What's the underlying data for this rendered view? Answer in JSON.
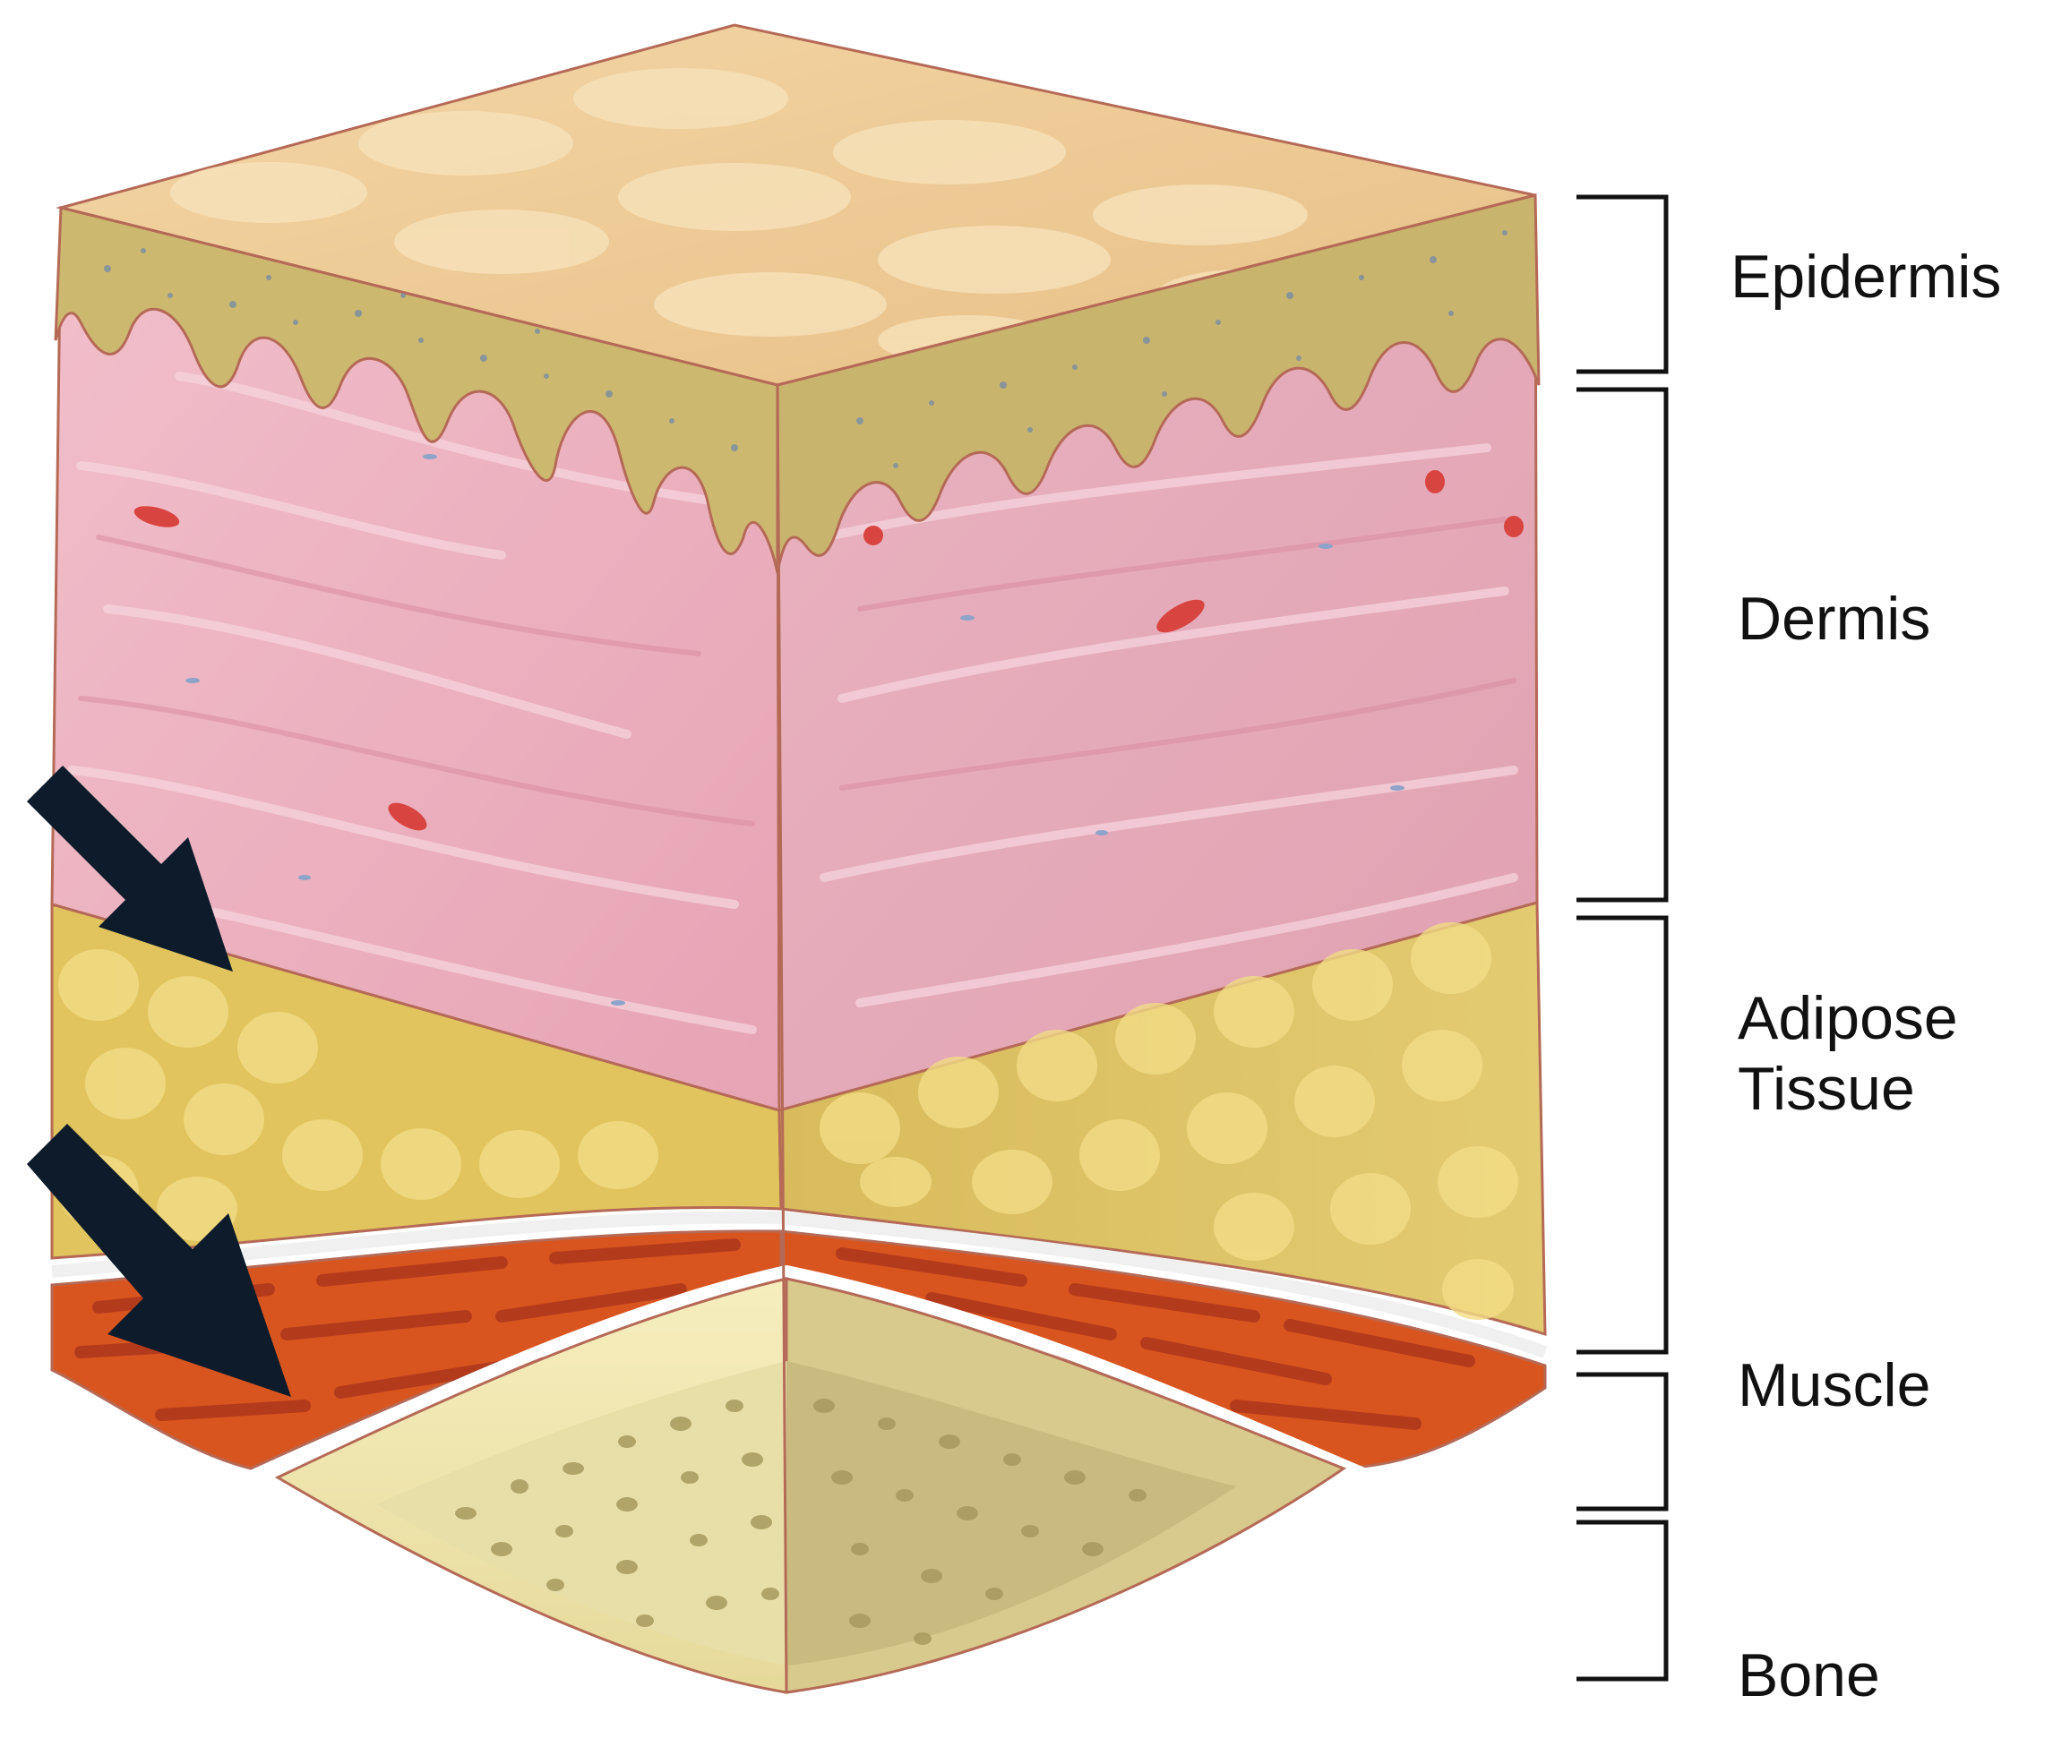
{
  "labels": {
    "epidermis": "Epidermis",
    "dermis": "Dermis",
    "adipose_line1": "Adipose",
    "adipose_line2": "Tissue",
    "muscle": "Muscle",
    "bone": "Bone"
  },
  "colors": {
    "skin_top": "#EFCB96",
    "epidermis": "#C9B46E",
    "dermis": "#EBB0BF",
    "adipose": "#E2C45E",
    "muscle": "#D9551F",
    "bone": "#EEE4A8",
    "bone_pores": "#B5A86E",
    "arrow": "#0D1B2A",
    "outline": "#B46A56"
  }
}
